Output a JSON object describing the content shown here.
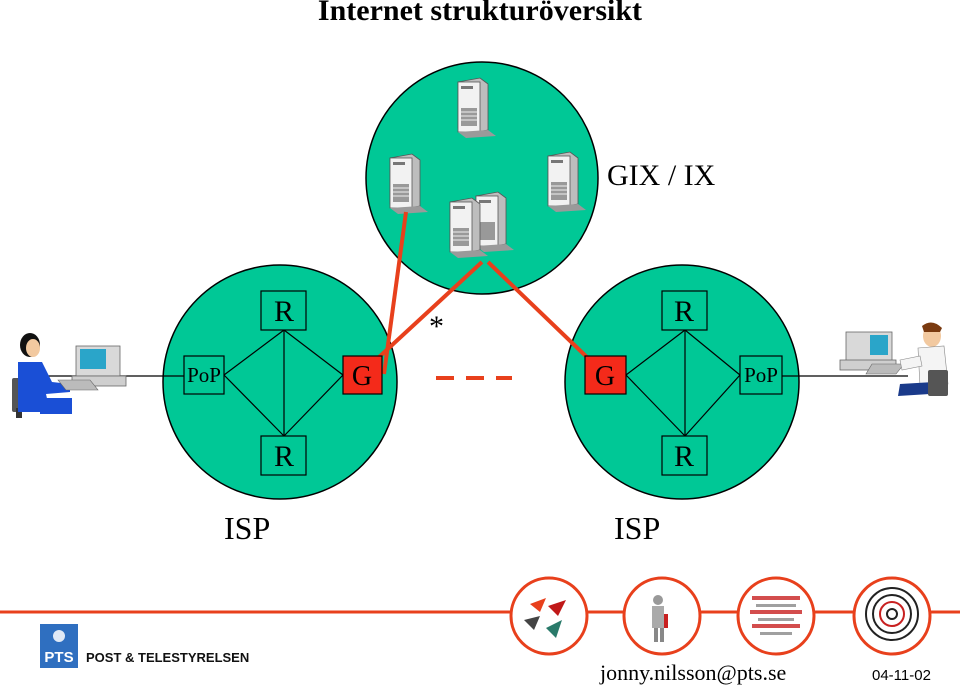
{
  "title": "Internet strukturöversikt",
  "gix_label": "GIX / IX",
  "isp_left": {
    "label": "ISP",
    "top_router": "R",
    "bottom_router": "R",
    "pop": "PoP",
    "gateway": "G"
  },
  "isp_right": {
    "label": "ISP",
    "top_router": "R",
    "bottom_router": "R",
    "pop": "PoP",
    "gateway": "G"
  },
  "star": "*",
  "footer": {
    "email": "jonny.nilsson@pts.se",
    "date": "04-11-02",
    "logo_text": "PTS",
    "brand": "POST & TELESTYRELSEN"
  },
  "colors": {
    "node_fill": "#00C896",
    "link": "#E8401C",
    "gateway_fill": "#F42A1A",
    "footer_line": "#E8401C"
  },
  "icons": [
    "server-icon",
    "workstation-user-icon",
    "pts-logo-icon",
    "decorative-circle-icon"
  ]
}
